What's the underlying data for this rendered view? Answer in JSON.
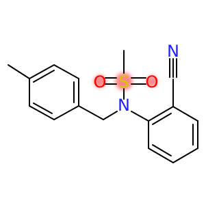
{
  "molecule": {
    "atoms": {
      "n_top": "N",
      "s_center": "S",
      "o_left": "O",
      "o_right": "O",
      "n_amine": "N"
    }
  },
  "colors": {
    "bond": "#000000",
    "nitrogen": "#1f1fff",
    "oxygen": "#ff0000",
    "sulfur": "#cccc00",
    "sulfur_highlight": "#ff8080"
  }
}
